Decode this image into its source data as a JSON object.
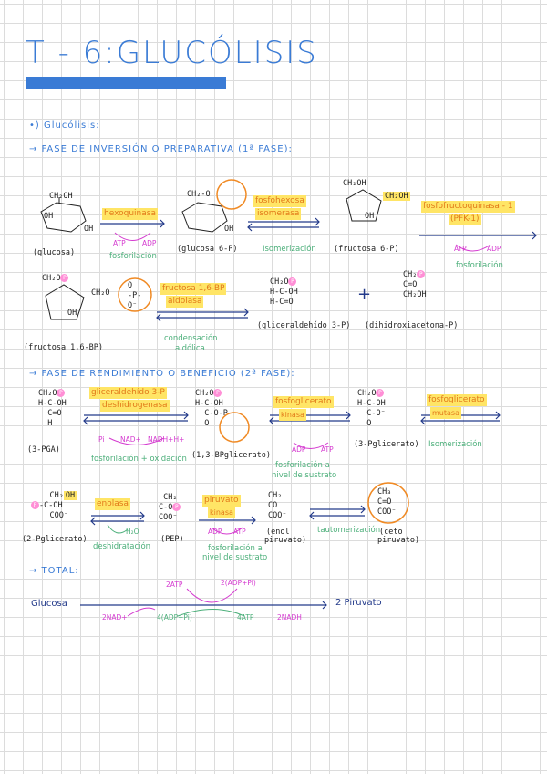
{
  "title": "T - 6:GLUCÓLISIS",
  "sections": {
    "glucolisis": "•) Glucólisis:",
    "fase1": "→ FASE DE INVERSIÓN O PREPARATIVA (1ª FASE):",
    "fase2": "→ FASE DE RENDIMIENTO O BENEFICIO (2ª FASE):",
    "total": "→ TOTAL:"
  },
  "fase1": {
    "enzymes": {
      "hexoquinasa": "hexoquinasa",
      "fosfohexosa_1": "fosfohexosa",
      "fosfohexosa_2": "isomerasa",
      "pfk_1": "fosfofructoquinasa - 1",
      "pfk_2": "(PFK-1)",
      "aldolasa_1": "fructosa 1,6-BP",
      "aldolasa_2": "aldolasa"
    },
    "cofactors": {
      "atp": "ATP",
      "adp": "ADP"
    },
    "processes": {
      "fosforilacion_1": "fosforilación",
      "isomerizacion": "Isomerización",
      "fosforilacion_2": "fosforilación",
      "condensacion_1": "condensación",
      "condensacion_2": "aldólica"
    },
    "molecules": {
      "glucosa": "(glucosa)",
      "glucosa6p": "(glucosa 6-P)",
      "fructosa6p": "(fructosa 6-P)",
      "fructosa16bp": "(fructosa 1,6-BP)",
      "g3p": "(gliceraldehído 3-P)",
      "dhap": "(dihidroxiacetona-P)"
    },
    "plus": "+"
  },
  "fase2": {
    "enzymes": {
      "g3pdh_1": "gliceraldehído 3-P",
      "g3pdh_2": "deshidrogenasa",
      "pgk_1": "fosfoglicerato",
      "pgk_2": "kinasa",
      "pgm_1": "fosfoglicerato",
      "pgm_2": "mutasa",
      "enolasa": "enolasa",
      "pk_1": "piruvato",
      "pk_2": "kinasa"
    },
    "cofactors": {
      "pi": "Pi",
      "nad": "NAD+",
      "nadh": "NADH+H+",
      "adp": "ADP",
      "atp": "ATP",
      "h2o": "H₂O"
    },
    "processes": {
      "fosf_oxid": "fosforilación + oxidación",
      "fosf_sustrato_1": "fosforilación a",
      "fosf_sustrato_2": "nivel de sustrato",
      "isomerizacion": "Isomerización",
      "deshidratacion": "deshidratación",
      "fosf_sustrato_3": "fosforilación a",
      "fosf_sustrato_4": "nivel de sustrato",
      "tautomerizacion": "tautomerización"
    },
    "molecules": {
      "pga3": "(3-PGA)",
      "bpg13": "(1,3-BPglicerato)",
      "pg3": "(3-Pglicerato)",
      "pg2": "(2-Pglicerato)",
      "pep": "(PEP)",
      "enolpir_1": "(enol",
      "enolpir_2": "piruvato)",
      "cetopir_1": "(ceto",
      "cetopir_2": "piruvato)"
    }
  },
  "total": {
    "glucosa": "Glucosa",
    "piruvato": "2 Piruvato",
    "atp2": "2ATP",
    "adp2": "2(ADP+Pi)",
    "nad2": "2NAD+",
    "adp4": "4(ADP+Pi)",
    "atp4": "4ATP",
    "nadh2": "2NADH"
  }
}
